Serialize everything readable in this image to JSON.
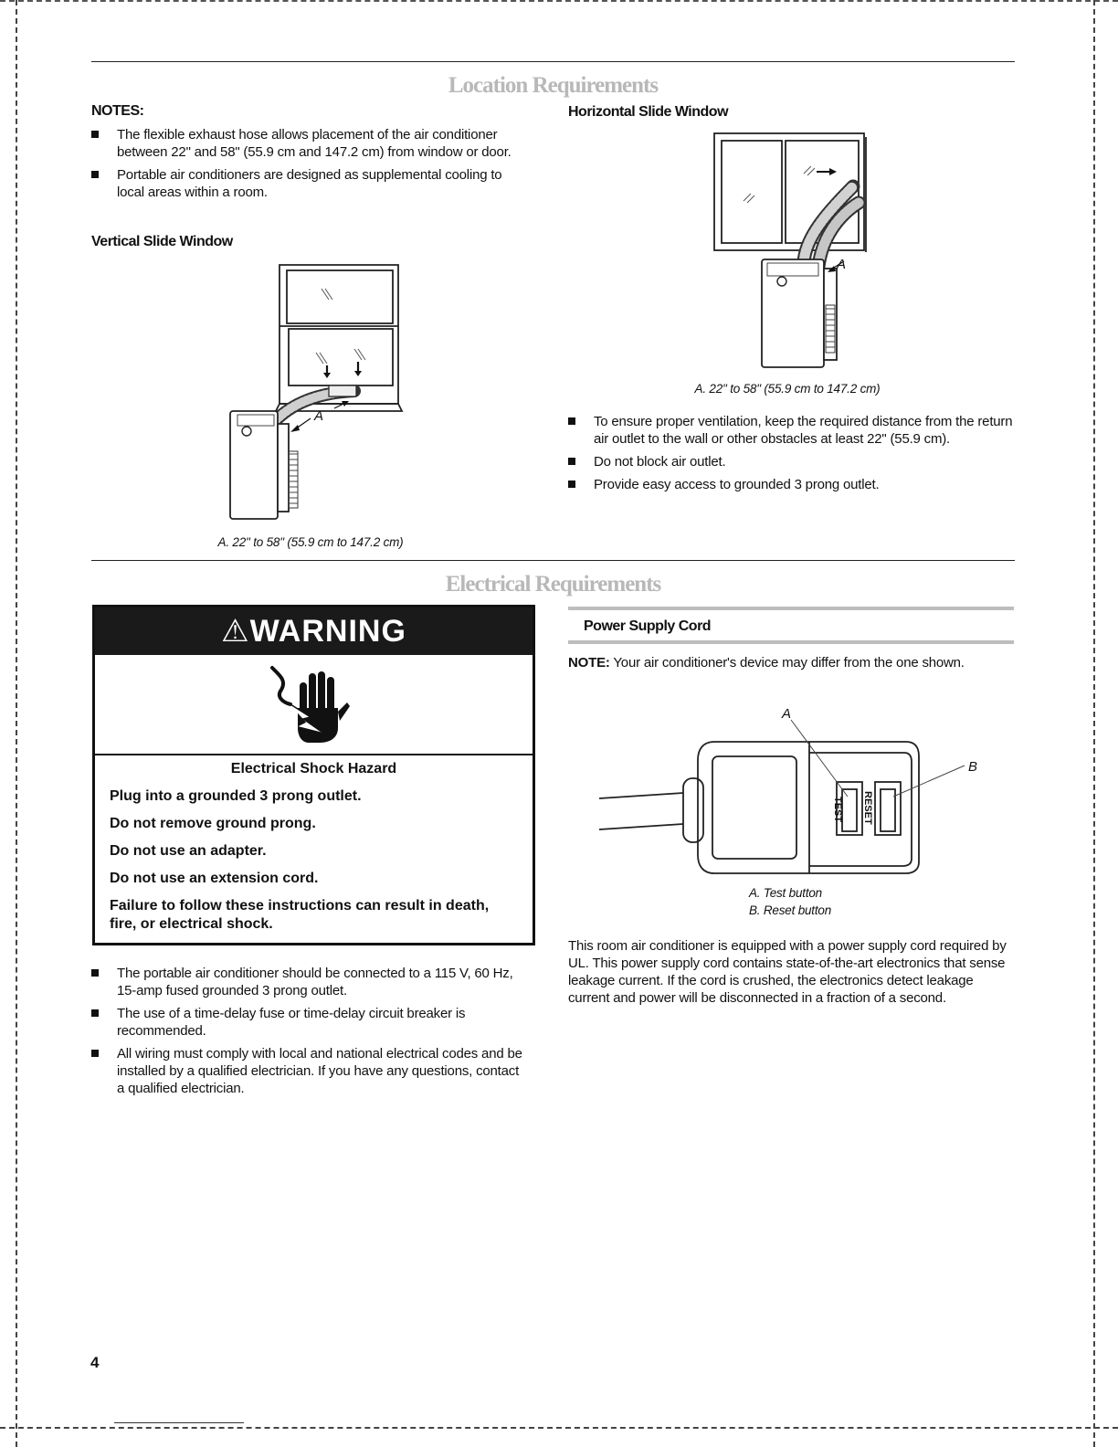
{
  "location": {
    "title": "Location Requirements",
    "notes_label": "NOTES:",
    "notes": [
      "The flexible exhaust hose allows placement of the air conditioner between 22\" and 58\" (55.9 cm and 147.2 cm) from window or door.",
      "Portable air conditioners are designed as supplemental cooling to local areas within a room."
    ],
    "vertical_heading": "Vertical Slide Window",
    "vertical_caption": "A. 22\" to 58\" (55.9 cm to 147.2 cm)",
    "horizontal_heading": "Horizontal Slide Window",
    "horizontal_caption": "A. 22\" to 58\" (55.9 cm to 147.2 cm)",
    "callout_a": "A",
    "bullets_right": [
      "To ensure proper ventilation, keep the required distance from the return air outlet to the wall or other obstacles at least 22\" (55.9 cm).",
      "Do not block air outlet.",
      "Provide easy access to grounded 3 prong outlet."
    ]
  },
  "electrical": {
    "title": "Electrical Requirements",
    "warning": {
      "header": "WARNING",
      "icon": "electrical-shock-hand-icon",
      "hazard_title": "Electrical Shock Hazard",
      "lines": [
        "Plug into a grounded 3 prong outlet.",
        "Do not remove ground prong.",
        "Do not use an adapter.",
        "Do not use an extension cord.",
        "Failure to follow these instructions can result in death, fire, or electrical shock."
      ]
    },
    "bullets": [
      "The portable air conditioner should be connected to a 115 V, 60 Hz, 15-amp fused grounded 3 prong outlet.",
      "The use of a time-delay fuse or time-delay circuit breaker is recommended.",
      "All wiring must comply with local and national electrical codes and be installed by a qualified electrician. If you have any questions, contact a qualified electrician."
    ],
    "power_cord": {
      "heading": "Power Supply Cord",
      "note_label": "NOTE:",
      "note_text": " Your air conditioner's device may differ from the one shown.",
      "callout_a": "A",
      "callout_b": "B",
      "test_label": "TEST",
      "reset_label": "RESET",
      "caption_a": "A. Test button",
      "caption_b": "B. Reset button",
      "description": "This room air conditioner is equipped with a power supply cord required by UL. This power supply cord contains state-of-the-art electronics that sense leakage current. If the cord is crushed, the electronics detect leakage current and power will be disconnected in a fraction of a second."
    }
  },
  "page_number": "4"
}
